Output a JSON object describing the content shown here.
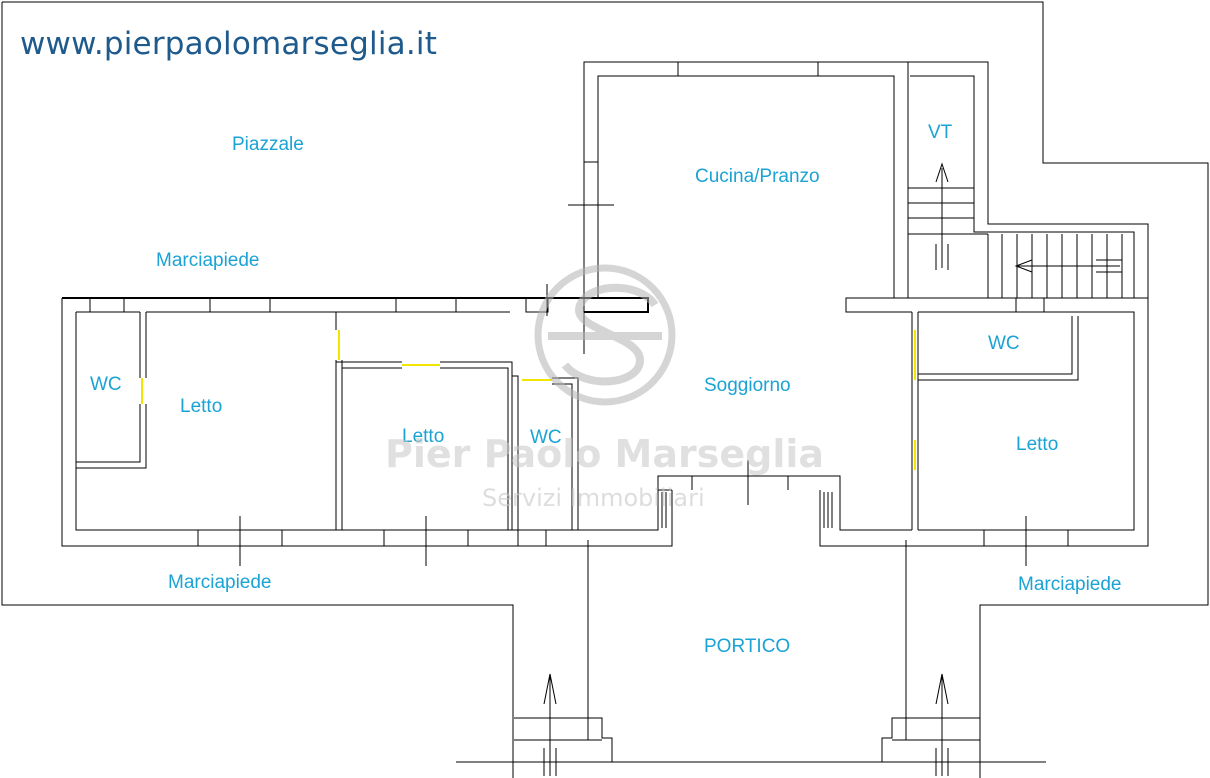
{
  "website": "www.pierpaolomarseglia.it",
  "colors": {
    "website_text": "#1f5a8c",
    "room_label": "#1aa3d4",
    "walls": "#000000",
    "door_marks": "#f2e600",
    "watermark": "#c8c8c8"
  },
  "watermark": {
    "name": "Pier Paolo Marseglia",
    "subtitle": "Servizi Immobiliari",
    "logo_icon": "pp-marseglia-logo-icon"
  },
  "rooms": {
    "piazzale": "Piazzale",
    "marciapiede_top": "Marciapiede",
    "cucina_pranzo": "Cucina/Pranzo",
    "vt": "VT",
    "wc_top_right": "WC",
    "wc_left": "WC",
    "letto_left": "Letto",
    "letto_middle": "Letto",
    "wc_middle": "WC",
    "soggiorno": "Soggiorno",
    "letto_right": "Letto",
    "marciapiede_bottom_left": "Marciapiede",
    "marciapiede_bottom_right": "Marciapiede",
    "portico": "PORTICO"
  },
  "icons": [
    "stair-arrow-icon",
    "entrance-arrow-icon"
  ]
}
